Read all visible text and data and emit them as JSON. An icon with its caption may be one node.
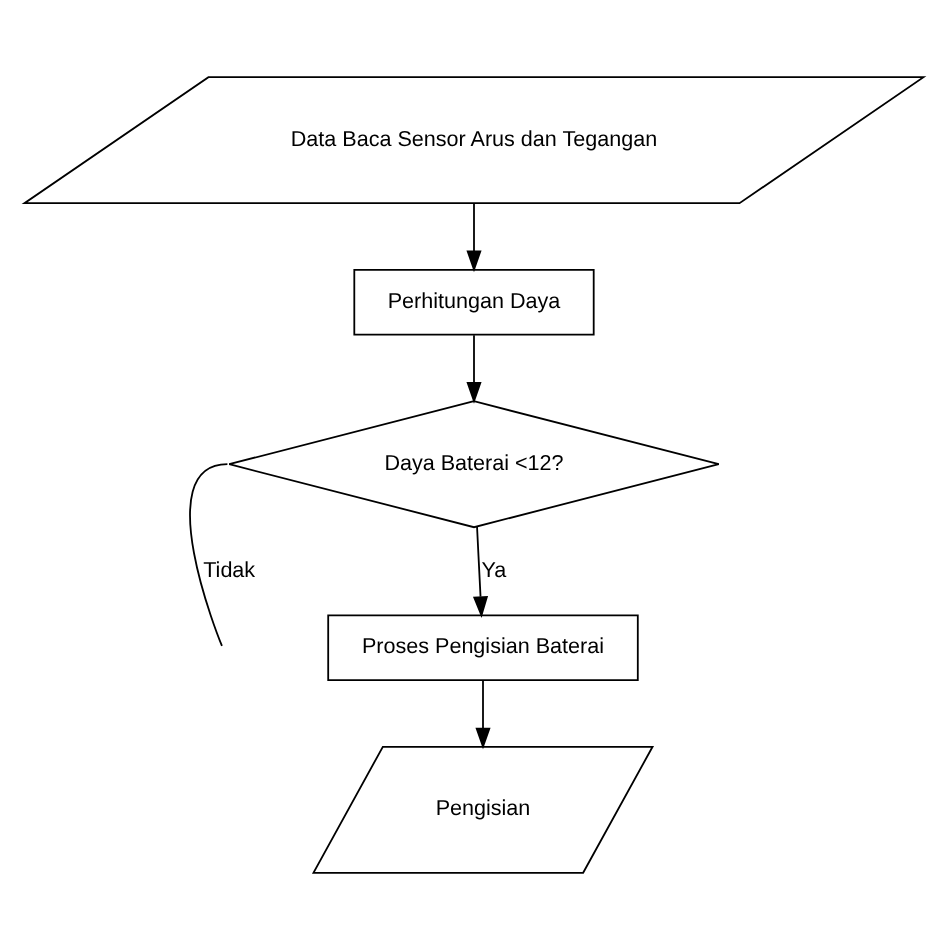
{
  "diagram": {
    "nodes": [
      {
        "text": [
          "Data Baca Sensor Arus dan Tegangan"
        ]
      },
      {
        "text": [
          "Perhitungan Daya"
        ]
      },
      {
        "text": [
          "Daya Baterai <12?"
        ]
      },
      {
        "text": [
          "Proses Pengisian Baterai"
        ]
      },
      {
        "text": [
          "Pengisian"
        ]
      }
    ],
    "edges": [
      {
        "from": 0,
        "to": 1,
        "arrow": "to"
      },
      {
        "from": 1,
        "to": 2,
        "arrow": "to"
      },
      {
        "from": 2,
        "to": 3,
        "arrow": "to",
        "label": "Ya"
      },
      {
        "from": 3,
        "to": 4,
        "arrow": "to"
      },
      {
        "from": 2,
        "to": null,
        "arrow": "none",
        "label": "Tidak"
      }
    ]
  }
}
